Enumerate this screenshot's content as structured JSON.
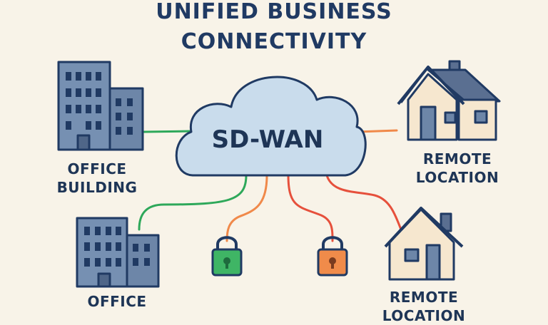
{
  "title_lines": [
    "UNIFIED BUSINESS",
    "CONNECTIVITY"
  ],
  "hub": {
    "label": "SD-WAN"
  },
  "nodes": {
    "office_1": {
      "line1": "OFFICE",
      "line2": "BUILDING"
    },
    "office_2": {
      "line1": "OFFICE"
    },
    "remote_1": {
      "line1": "REMOTE",
      "line2": "LOCATION"
    },
    "remote_2": {
      "line1": "REMOTE",
      "line2": "LOCATION"
    }
  },
  "icons": [
    "office-building-icon",
    "house-icon",
    "cloud-icon",
    "padlock-icon"
  ],
  "colors": {
    "navy": "#203a63",
    "green": "#2ea85a",
    "orange": "#f0894a",
    "red": "#e6503c",
    "cloud_fill": "#c9dcec",
    "building_fill": "#6d86a8",
    "house_fill": "#f6e7cf",
    "house_roof": "#5a6f91"
  }
}
